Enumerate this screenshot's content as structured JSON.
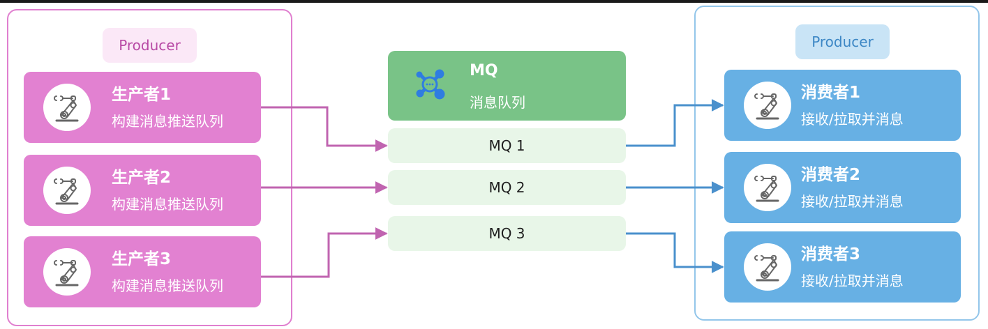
{
  "producers": {
    "group_label": "Producer",
    "items": [
      {
        "title": "生产者1",
        "subtitle": "构建消息推送队列",
        "icon": "robot-arm-icon"
      },
      {
        "title": "生产者2",
        "subtitle": "构建消息推送队列",
        "icon": "robot-arm-icon"
      },
      {
        "title": "生产者3",
        "subtitle": "构建消息推送队列",
        "icon": "robot-arm-icon"
      }
    ]
  },
  "mq": {
    "title": "MQ",
    "subtitle": "消息队列",
    "icon": "message-hub-icon",
    "queues": [
      "MQ 1",
      "MQ 2",
      "MQ 3"
    ]
  },
  "consumers": {
    "group_label": "Producer",
    "items": [
      {
        "title": "消费者1",
        "subtitle": "接收/拉取并消息",
        "icon": "robot-arm-icon"
      },
      {
        "title": "消费者2",
        "subtitle": "接收/拉取并消息",
        "icon": "robot-arm-icon"
      },
      {
        "title": "消费者3",
        "subtitle": "接收/拉取并消息",
        "icon": "robot-arm-icon"
      }
    ]
  },
  "connections": [
    {
      "from": "生产者1",
      "to": "MQ 1"
    },
    {
      "from": "生产者2",
      "to": "MQ 2"
    },
    {
      "from": "生产者3",
      "to": "MQ 3"
    },
    {
      "from": "MQ 1",
      "to": "消费者1"
    },
    {
      "from": "MQ 2",
      "to": "消费者2"
    },
    {
      "from": "MQ 3",
      "to": "消费者3"
    }
  ],
  "colors": {
    "producer_card": "#e281d1",
    "producer_border": "#e07fcf",
    "producer_arrow": "#c064b0",
    "consumer_card": "#67b0e4",
    "consumer_border": "#93c6ea",
    "consumer_arrow": "#4a90cc",
    "mq_header": "#79c387",
    "mq_queue": "#e8f6e8",
    "mq_icon": "#2f7de1"
  }
}
